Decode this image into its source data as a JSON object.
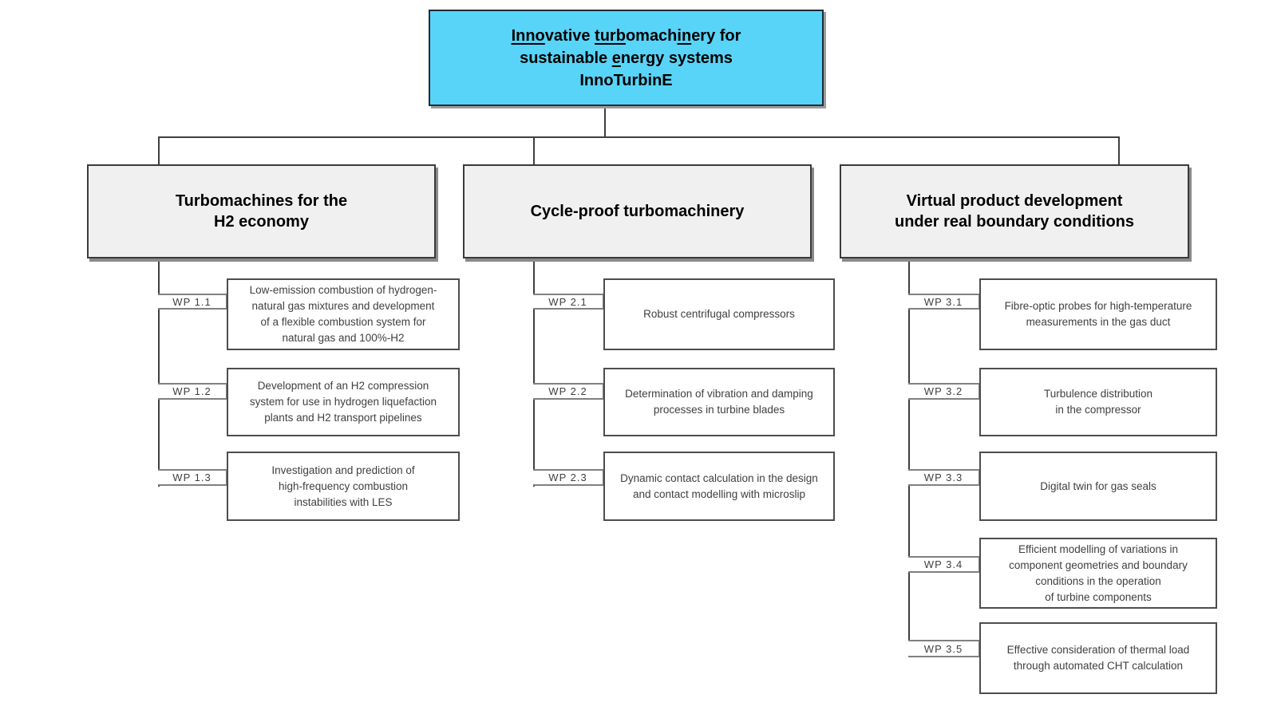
{
  "colors": {
    "title_box_fill": "#58d4f8",
    "title_box_border": "#1e2b3a",
    "group_box_fill": "#f0f0f0",
    "group_box_border": "#3a3a3a",
    "wp_box_border": "#4d4d4d",
    "label_box_border": "#808080",
    "connector": "#3f3f3f",
    "text_heading": "#000000",
    "text_body": "#3f3f3f",
    "shadow": "#8a8a8a"
  },
  "title": {
    "line1": [
      {
        "t": "Inno",
        "u": true
      },
      {
        "t": "vative ",
        "u": false
      },
      {
        "t": "turb",
        "u": true
      },
      {
        "t": "omach",
        "u": false
      },
      {
        "t": "in",
        "u": true
      },
      {
        "t": "ery for",
        "u": false
      }
    ],
    "line2": [
      {
        "t": "sustainable ",
        "u": false
      },
      {
        "t": "e",
        "u": true
      },
      {
        "t": "nergy systems",
        "u": false
      }
    ],
    "line3": "InnoTurbinE"
  },
  "columns": [
    {
      "heading": "Turbomachines for the\nH2 economy",
      "items": [
        {
          "label": "WP 1.1",
          "text": "Low-emission combustion of hydrogen-\nnatural gas mixtures and development\nof a flexible combustion system for\nnatural gas and 100%-H2"
        },
        {
          "label": "WP 1.2",
          "text": "Development of an H2 compression\nsystem for use in hydrogen liquefaction\nplants and H2 transport pipelines"
        },
        {
          "label": "WP 1.3",
          "text": "Investigation and prediction of\nhigh-frequency combustion\ninstabilities with LES"
        }
      ]
    },
    {
      "heading": "Cycle-proof turbomachinery",
      "items": [
        {
          "label": "WP 2.1",
          "text": "Robust centrifugal compressors"
        },
        {
          "label": "WP 2.2",
          "text": "Determination of vibration and damping\nprocesses in turbine blades"
        },
        {
          "label": "WP 2.3",
          "text": "Dynamic contact calculation in the design\nand contact modelling with microslip"
        }
      ]
    },
    {
      "heading": "Virtual product development\nunder real boundary conditions",
      "items": [
        {
          "label": "WP 3.1",
          "text": "Fibre-optic probes for high-temperature\nmeasurements in the gas duct"
        },
        {
          "label": "WP 3.2",
          "text": "Turbulence distribution\nin the compressor"
        },
        {
          "label": "WP 3.3",
          "text": "Digital twin for gas seals"
        },
        {
          "label": "WP 3.4",
          "text": "Efficient modelling of variations in\ncomponent geometries and boundary\nconditions in the operation\nof turbine components"
        },
        {
          "label": "WP 3.5",
          "text": "Effective consideration of thermal load\nthrough automated CHT calculation"
        }
      ]
    }
  ]
}
